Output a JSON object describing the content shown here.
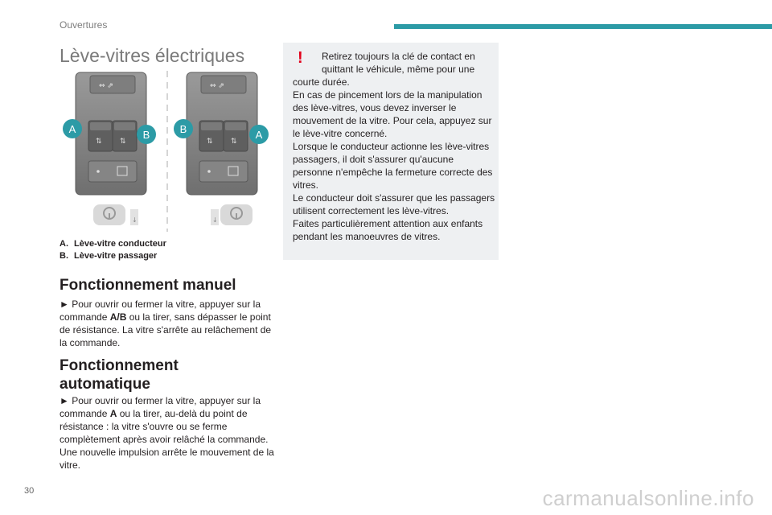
{
  "header": {
    "section": "Ouvertures",
    "accent_color": "#2c9ba6"
  },
  "title": "Lève-vitres électriques",
  "figure": {
    "callouts": [
      "A",
      "B",
      "B",
      "A"
    ]
  },
  "legend": [
    {
      "key": "A.",
      "text": "Lève-vitre conducteur"
    },
    {
      "key": "B.",
      "text": "Lève-vitre passager"
    }
  ],
  "manual": {
    "heading": "Fonctionnement manuel",
    "bullet": "►",
    "p1": " Pour ouvrir ou fermer la vitre, appuyer sur la commande ",
    "key": "A/B",
    "p2": " ou la tirer, sans dépasser le point de résistance. La vitre s'arrête au relâchement de la commande."
  },
  "auto": {
    "heading": "Fonctionnement automatique",
    "bullet": "►",
    "p1": " Pour ouvrir ou fermer la vitre, appuyer sur la commande ",
    "key": "A",
    "p2": " ou la tirer, au-delà du point de résistance : la vitre s'ouvre ou se ferme complètement après avoir relâché la commande. Une nouvelle impulsion arrête le mouvement de la vitre."
  },
  "warning": {
    "icon": "!",
    "first": "Retirez toujours la clé de contact en quittant le véhicule, même pour une",
    "lines": [
      "courte durée.",
      "En cas de pincement lors de la manipulation des lève-vitres, vous devez inverser le mouvement de la vitre. Pour cela, appuyez sur le lève-vitre concerné.",
      "Lorsque le conducteur actionne les lève-vitres passagers, il doit s'assurer qu'aucune personne n'empêche la fermeture correcte des vitres.",
      "Le conducteur doit s'assurer que les passagers utilisent correctement les lève-vitres.",
      "Faites particulièrement attention aux enfants pendant les manoeuvres de vitres."
    ],
    "icon_color": "#e2001a"
  },
  "footer": {
    "page_number": "30",
    "watermark": "carmanualsonline.info"
  }
}
